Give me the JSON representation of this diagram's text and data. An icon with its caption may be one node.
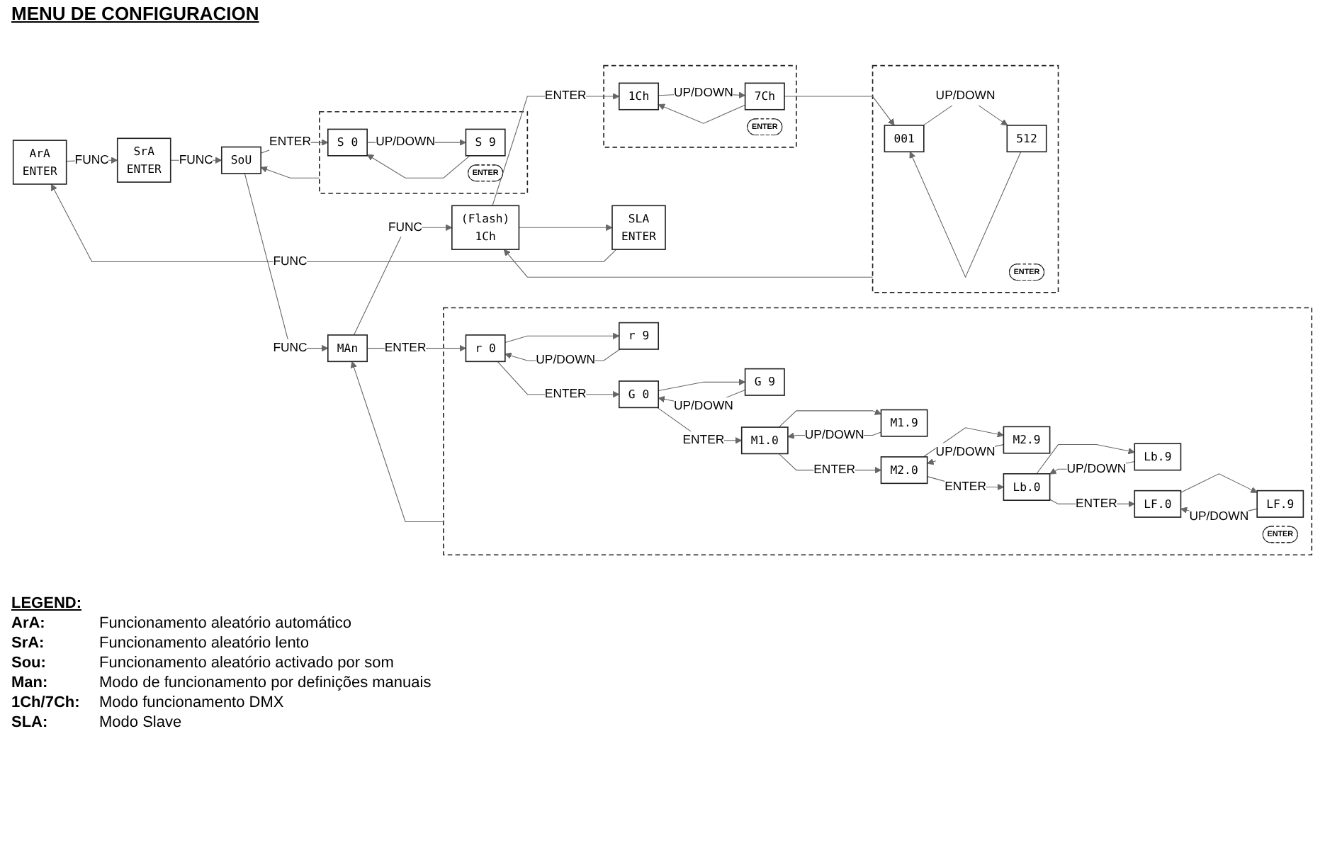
{
  "diagram": {
    "title": "MENU DE CONFIGURACION",
    "nodes": [
      {
        "text": [
          "ArA",
          "ENTER"
        ]
      },
      {
        "text": [
          "SrA",
          "ENTER"
        ]
      },
      {
        "text": [
          "SoU"
        ]
      },
      {
        "text": [],
        "shape": "box"
      },
      {
        "text": [
          "S 0"
        ],
        "in": 3
      },
      {
        "text": [
          "S 9"
        ],
        "in": 3
      },
      {
        "text": [
          "ENTER"
        ],
        "in": 3
      },
      {
        "text": [
          "MAn"
        ]
      },
      {
        "text": [],
        "shape": "box"
      },
      {
        "text": [
          "r 0"
        ],
        "in": 8
      },
      {
        "text": [
          "r 9"
        ],
        "in": 8
      },
      {
        "text": [
          "G 0"
        ],
        "in": 8
      },
      {
        "text": [
          "G 9"
        ],
        "in": 8
      },
      {
        "text": [
          "M1.0"
        ],
        "in": 8
      },
      {
        "text": [
          "M1.9"
        ],
        "in": 8
      },
      {
        "text": [
          "M2.0"
        ],
        "in": 8
      },
      {
        "text": [
          "M2.9"
        ],
        "in": 8
      },
      {
        "text": [
          "Lb.0"
        ],
        "in": 8
      },
      {
        "text": [
          "Lb.9"
        ],
        "in": 8
      },
      {
        "text": [
          "LF.0"
        ],
        "in": 8
      },
      {
        "text": [
          "LF.9"
        ],
        "in": 8
      },
      {
        "text": [
          "ENTER"
        ],
        "in": 8
      },
      {
        "text": [
          "(Flash)",
          "1Ch"
        ]
      },
      {
        "text": [
          "SLA",
          "ENTER"
        ]
      },
      {
        "text": [],
        "shape": "box"
      },
      {
        "text": [
          "1Ch"
        ],
        "in": 24
      },
      {
        "text": [
          "7Ch"
        ],
        "in": 24
      },
      {
        "text": [
          "ENTER"
        ],
        "in": 24
      },
      {
        "text": [],
        "shape": "box"
      },
      {
        "text": [
          "001"
        ],
        "in": 28
      },
      {
        "text": [
          "512"
        ],
        "in": 28
      },
      {
        "text": [
          "ENTER"
        ],
        "in": 28
      }
    ],
    "edges": [
      {
        "from": 0,
        "to": 1,
        "arrow": "to",
        "label": "FUNC"
      },
      {
        "from": 1,
        "to": 2,
        "arrow": "to",
        "label": "FUNC"
      },
      {
        "from": 2,
        "to": 7,
        "arrow": "to",
        "label": "FUNC"
      },
      {
        "from": 7,
        "to": 22,
        "arrow": "to",
        "label": "FUNC"
      },
      {
        "from": 22,
        "to": 23,
        "arrow": "to"
      },
      {
        "from": 23,
        "to": 0,
        "arrow": "to",
        "label": "FUNC"
      },
      {
        "from": 2,
        "to": 4,
        "arrow": "to",
        "label": "ENTER"
      },
      {
        "from": 4,
        "to": 5,
        "arrow": "to",
        "label": "UP/DOWN"
      },
      {
        "from": 5,
        "to": 4,
        "arrow": "to"
      },
      {
        "from": 3,
        "to": 2,
        "arrow": "to"
      },
      {
        "from": 7,
        "to": 9,
        "arrow": "to",
        "label": "ENTER"
      },
      {
        "from": 10,
        "to": 9,
        "arrow": "to",
        "label": "UP/DOWN"
      },
      {
        "from": 9,
        "to": 10,
        "arrow": "to"
      },
      {
        "from": 9,
        "to": 11,
        "arrow": "to",
        "label": "ENTER"
      },
      {
        "from": 12,
        "to": 11,
        "arrow": "to",
        "label": "UP/DOWN"
      },
      {
        "from": 11,
        "to": 12,
        "arrow": "to"
      },
      {
        "from": 11,
        "to": 13,
        "arrow": "to",
        "label": "ENTER"
      },
      {
        "from": 14,
        "to": 13,
        "arrow": "to",
        "label": "UP/DOWN"
      },
      {
        "from": 13,
        "to": 14,
        "arrow": "to"
      },
      {
        "from": 13,
        "to": 15,
        "arrow": "to",
        "label": "ENTER"
      },
      {
        "from": 16,
        "to": 15,
        "arrow": "to",
        "label": "UP/DOWN"
      },
      {
        "from": 15,
        "to": 16,
        "arrow": "to"
      },
      {
        "from": 15,
        "to": 17,
        "arrow": "to",
        "label": "ENTER"
      },
      {
        "from": 18,
        "to": 17,
        "arrow": "to",
        "label": "UP/DOWN"
      },
      {
        "from": 17,
        "to": 18,
        "arrow": "to"
      },
      {
        "from": 17,
        "to": 19,
        "arrow": "to",
        "label": "ENTER"
      },
      {
        "from": 20,
        "to": 19,
        "arrow": "to",
        "label": "UP/DOWN"
      },
      {
        "from": 19,
        "to": 20,
        "arrow": "to"
      },
      {
        "from": 8,
        "to": 7,
        "arrow": "to"
      },
      {
        "from": 22,
        "to": 25,
        "arrow": "to",
        "label": "ENTER"
      },
      {
        "from": 25,
        "to": 26,
        "arrow": "to",
        "label": "UP/DOWN"
      },
      {
        "from": 26,
        "to": 25,
        "arrow": "to"
      },
      {
        "from": 26,
        "to": 29,
        "arrow": "to"
      },
      {
        "from": 29,
        "to": 30,
        "arrow": "to",
        "label": "UP/DOWN"
      },
      {
        "from": 30,
        "to": 29,
        "arrow": "to"
      },
      {
        "from": 28,
        "to": 22,
        "arrow": "to"
      }
    ],
    "labels": [
      "LEGEND:",
      "ArA:",
      "Funcionamento aleatório automático",
      "SrA:",
      "Funcionamento aleatório lento",
      "Sou:",
      "Funcionamento aleatório activado por som",
      "Man:",
      "Modo de funcionamento por definições manuais",
      "1Ch/7Ch:",
      "Modo funcionamento DMX",
      "SLA:",
      "Modo Slave"
    ]
  }
}
